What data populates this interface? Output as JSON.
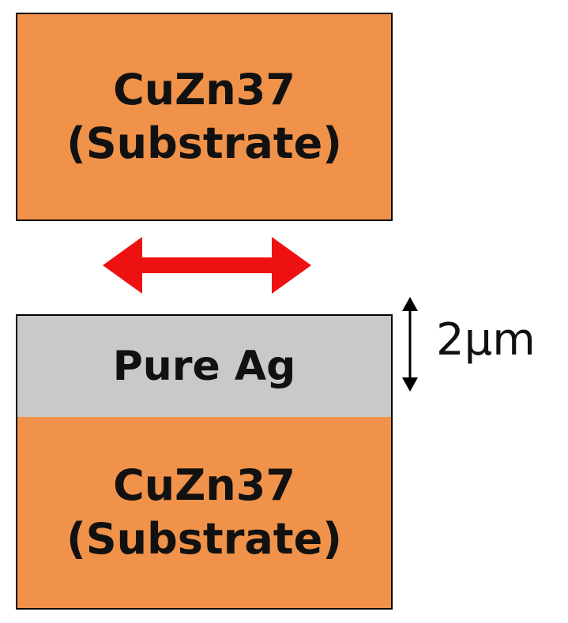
{
  "colors": {
    "substrate": "#f0924a",
    "silver_layer": "#c9c9c9",
    "arrow": "#ee1111",
    "outline": "#000000"
  },
  "top_block": {
    "line1": "CuZn37",
    "line2": "(Substrate)"
  },
  "silver_layer": {
    "label": "Pure Ag"
  },
  "bottom_block": {
    "line1": "CuZn37",
    "line2": "(Substrate)"
  },
  "thickness": {
    "label": "2μm"
  },
  "icons": {
    "sliding_arrow": "double-headed-horizontal-arrow",
    "thickness_arrow": "double-headed-vertical-arrow"
  }
}
